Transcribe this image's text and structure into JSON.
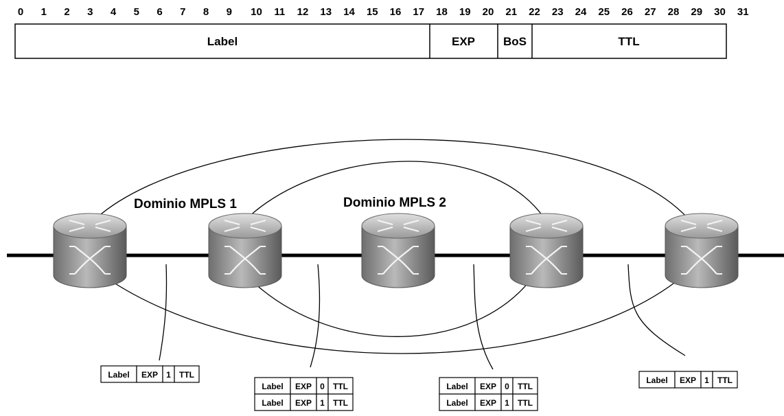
{
  "header": {
    "bit_numbers": [
      "0",
      "1",
      "2",
      "3",
      "4",
      "5",
      "6",
      "7",
      "8",
      "9",
      "10",
      "11",
      "12",
      "13",
      "14",
      "15",
      "16",
      "17",
      "18",
      "19",
      "20",
      "21",
      "22",
      "23",
      "24",
      "25",
      "26",
      "27",
      "28",
      "29",
      "30",
      "31"
    ],
    "fields": [
      {
        "label": "Label"
      },
      {
        "label": "EXP"
      },
      {
        "label": "BoS"
      },
      {
        "label": "TTL"
      }
    ]
  },
  "domains": [
    {
      "label": "Dominio MPLS 1"
    },
    {
      "label": "Dominio MPLS 2"
    }
  ],
  "routers": [
    {
      "icon": "router-icon"
    },
    {
      "icon": "router-icon"
    },
    {
      "icon": "router-icon"
    },
    {
      "icon": "router-icon"
    },
    {
      "icon": "router-icon"
    }
  ],
  "label_stacks": [
    {
      "rows": [
        [
          "Label",
          "EXP",
          "1",
          "TTL"
        ]
      ]
    },
    {
      "rows": [
        [
          "Label",
          "EXP",
          "0",
          "TTL"
        ],
        [
          "Label",
          "EXP",
          "1",
          "TTL"
        ]
      ]
    },
    {
      "rows": [
        [
          "Label",
          "EXP",
          "0",
          "TTL"
        ],
        [
          "Label",
          "EXP",
          "1",
          "TTL"
        ]
      ]
    },
    {
      "rows": [
        [
          "Label",
          "EXP",
          "1",
          "TTL"
        ]
      ]
    }
  ],
  "colors": {
    "line": "#000000",
    "router_body": "#8e8e8e",
    "router_top": "#c8c8c8",
    "box_bg": "#ffffff"
  }
}
